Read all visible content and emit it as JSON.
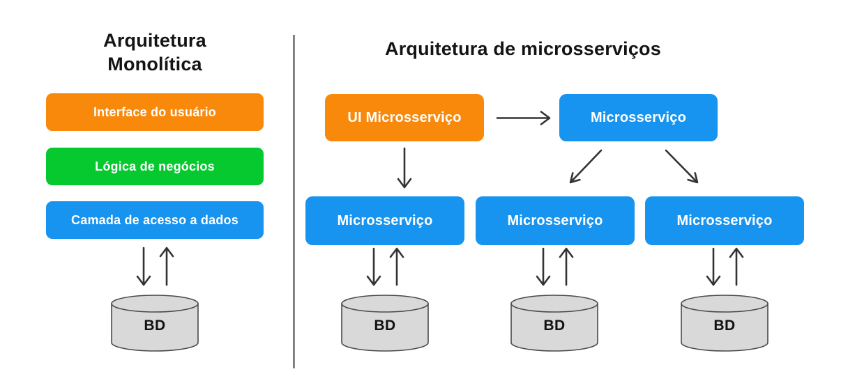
{
  "diagram": {
    "left": {
      "title_line1": "Arquitetura",
      "title_line2": "Monolítica",
      "layers": [
        {
          "label": "Interface do usuário"
        },
        {
          "label": "Lógica de negócios"
        },
        {
          "label": "Camada de acesso a dados"
        }
      ],
      "database_label": "BD"
    },
    "right": {
      "title": "Arquitetura de microsserviços",
      "top_row": [
        {
          "label": "UI Microsserviço"
        },
        {
          "label": "Microsserviço"
        }
      ],
      "services": [
        {
          "label": "Microsserviço"
        },
        {
          "label": "Microsserviço"
        },
        {
          "label": "Microsserviço"
        }
      ],
      "databases": [
        {
          "label": "BD"
        },
        {
          "label": "BD"
        },
        {
          "label": "BD"
        }
      ]
    },
    "colors": {
      "orange": "#F8890B",
      "green": "#05C92F",
      "blue": "#1793F0",
      "database_fill": "#D9D9D9",
      "database_stroke": "#4A4A4A",
      "line": "#333333",
      "divider": "#3F3F3F",
      "text_dark": "#141414",
      "text_light": "#FFFFFF"
    }
  }
}
